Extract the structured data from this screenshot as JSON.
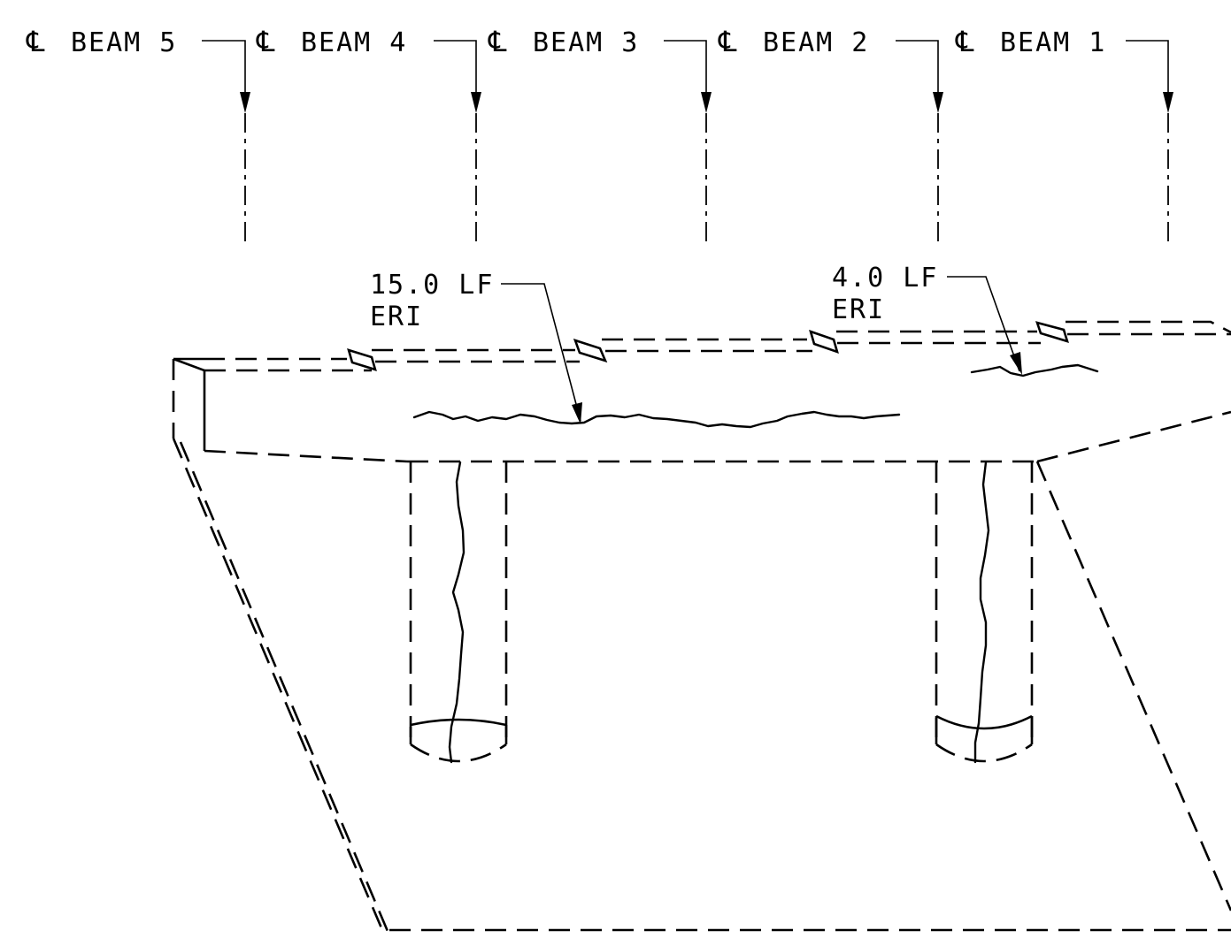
{
  "beam_labels": [
    {
      "symbol": "℄",
      "text": "BEAM 5"
    },
    {
      "symbol": "℄",
      "text": "BEAM 4"
    },
    {
      "symbol": "℄",
      "text": "BEAM 3"
    },
    {
      "symbol": "℄",
      "text": "BEAM 2"
    },
    {
      "symbol": "℄",
      "text": "BEAM 1"
    }
  ],
  "annotations": [
    {
      "line1": "15.0 LF",
      "line2": "ERI"
    },
    {
      "line1": "4.0 LF",
      "line2": "ERI"
    }
  ]
}
